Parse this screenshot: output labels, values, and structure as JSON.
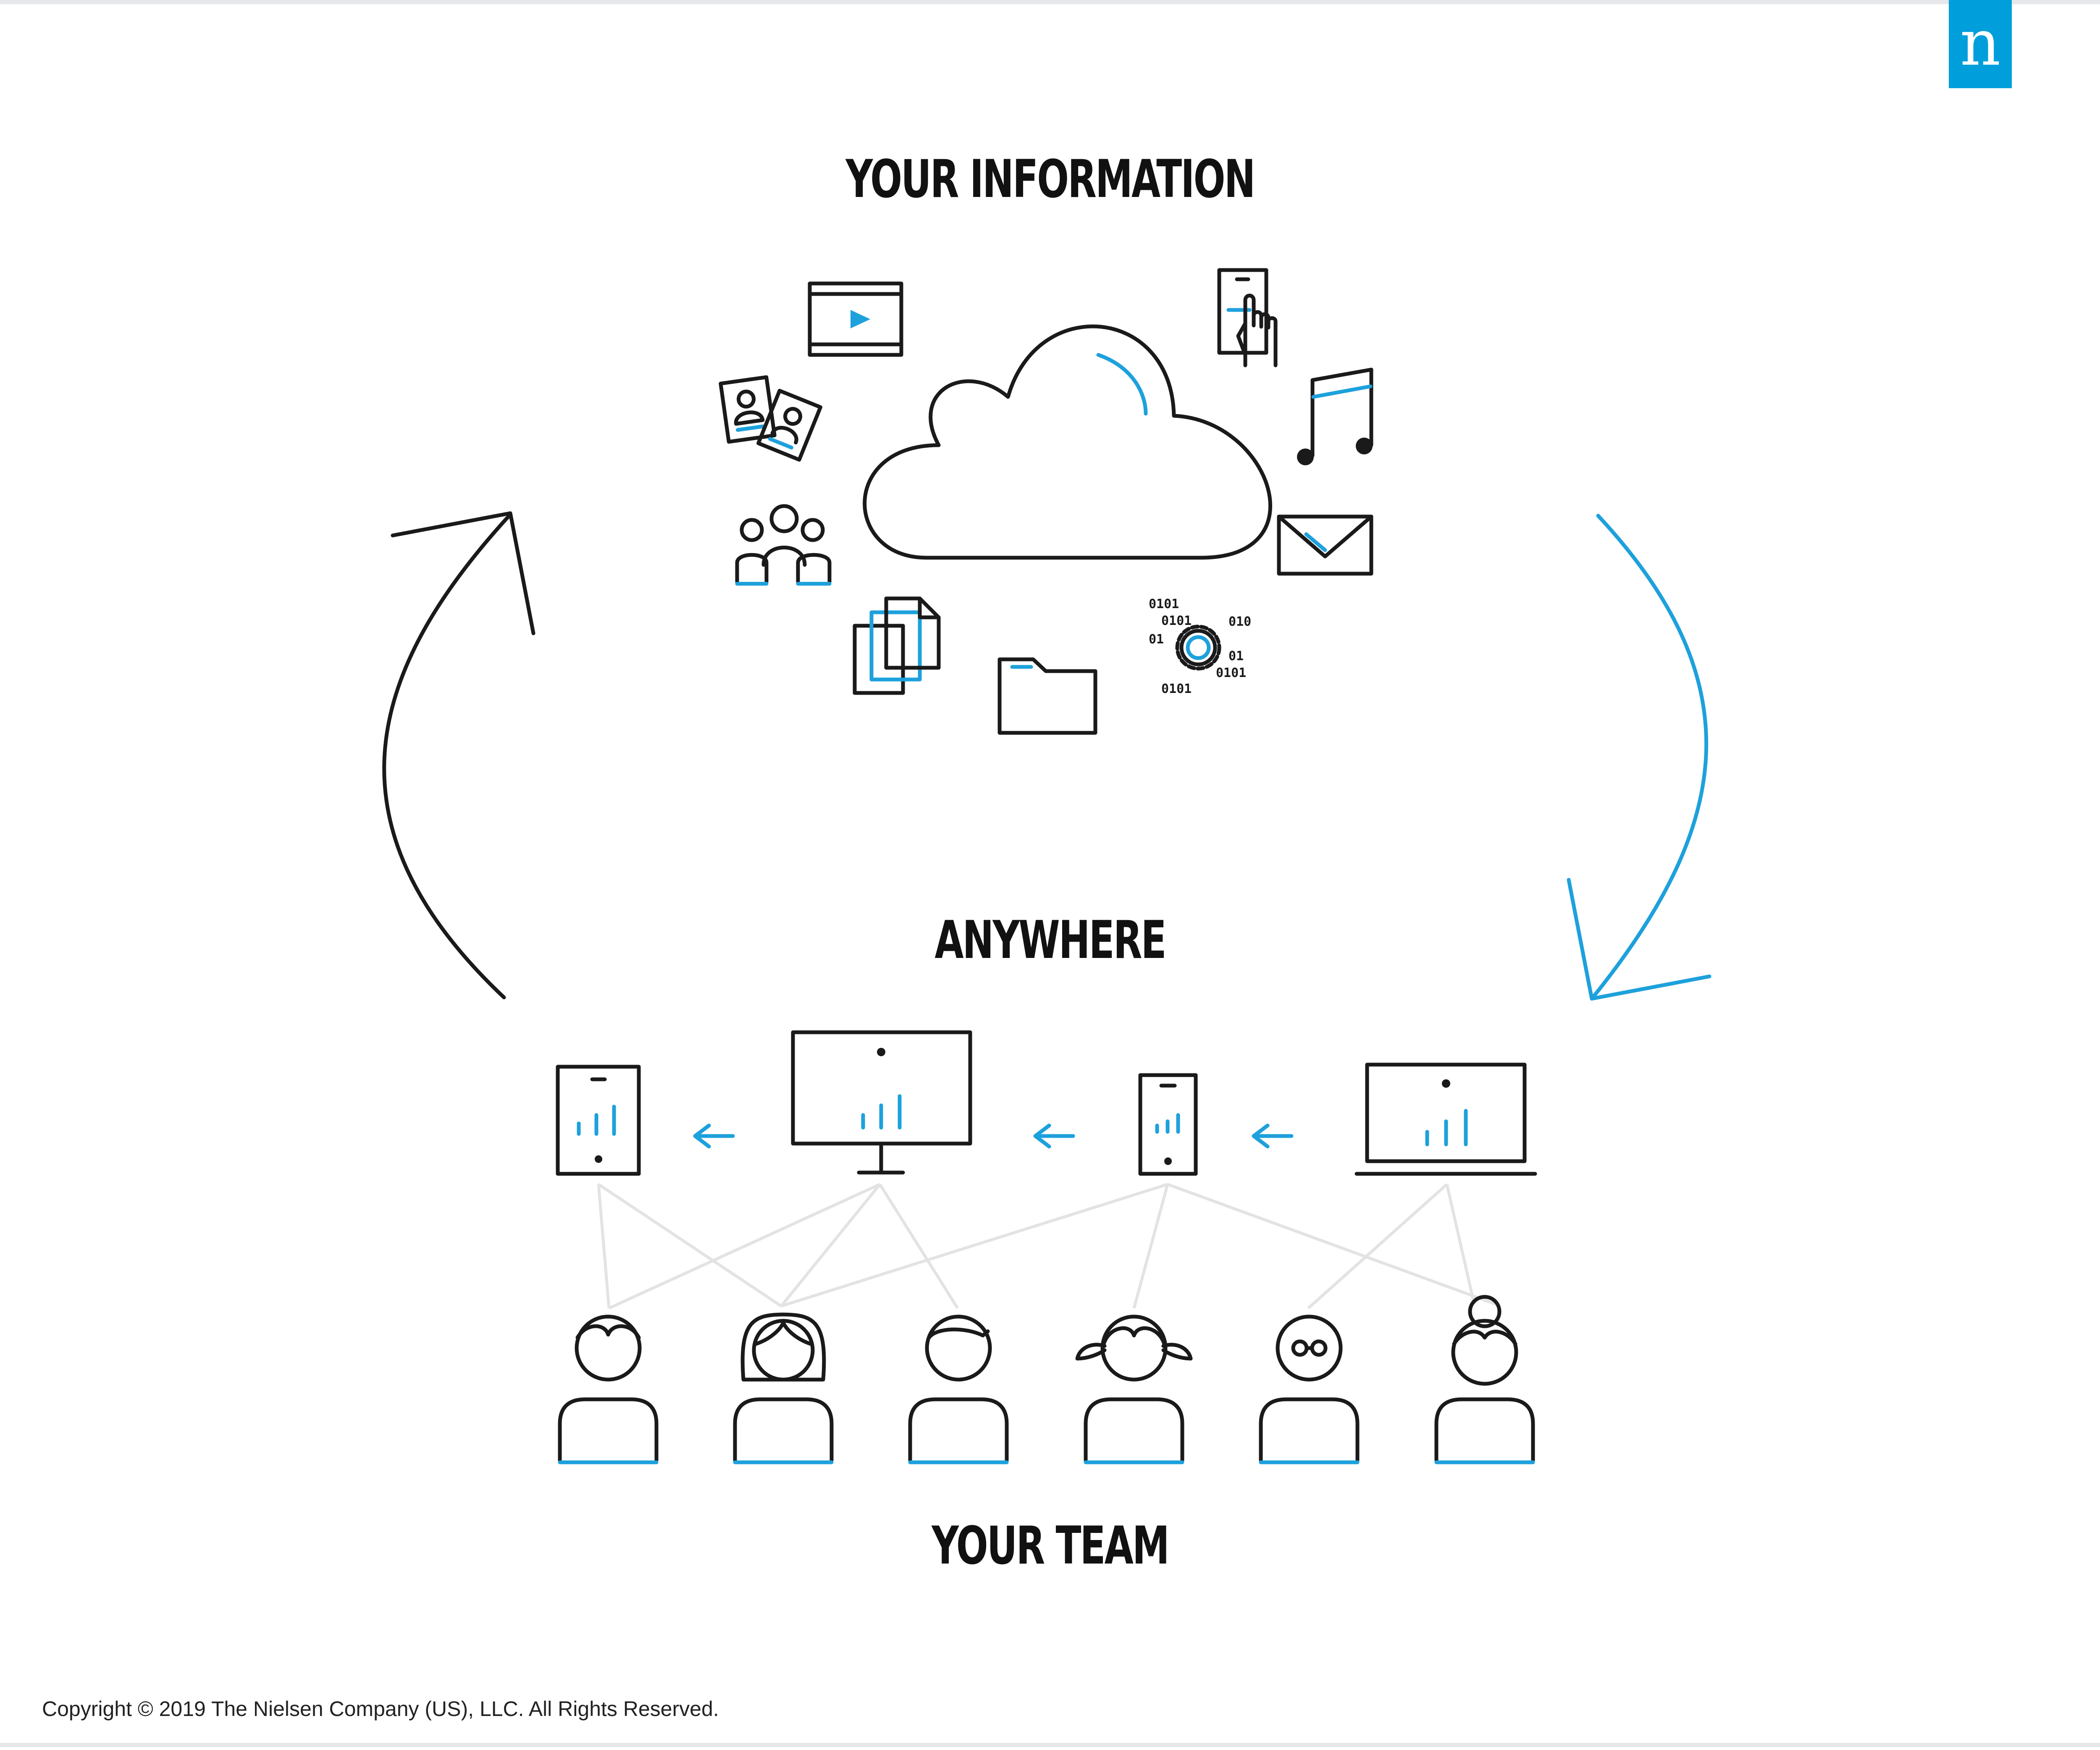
{
  "labels": {
    "top": "YOUR INFORMATION",
    "middle": "ANYWHERE",
    "bottom": "YOUR TEAM"
  },
  "logo": {
    "letter": "n",
    "color": "#009fdb"
  },
  "copyright": "Copyright © 2019 The Nielsen Company (US), LLC. All Rights Reserved.",
  "binary_tags": [
    "0101",
    "0101",
    "010",
    "01",
    "01",
    "0101",
    "0101"
  ],
  "icons": {
    "information": [
      "video-icon",
      "touch-phone-icon",
      "photos-icon",
      "music-note-icon",
      "group-icon",
      "envelope-icon",
      "documents-icon",
      "folder-icon",
      "data-gear-icon",
      "cloud-icon"
    ],
    "devices": [
      "tablet-icon",
      "monitor-icon",
      "phone-icon",
      "laptop-icon"
    ],
    "team": [
      "person-1-icon",
      "person-2-icon",
      "person-3-icon",
      "person-4-icon",
      "person-5-icon",
      "person-6-icon"
    ]
  },
  "colors": {
    "accent": "#1da1dc",
    "ink": "#1a1a1a",
    "connector": "#e3e3e3"
  }
}
